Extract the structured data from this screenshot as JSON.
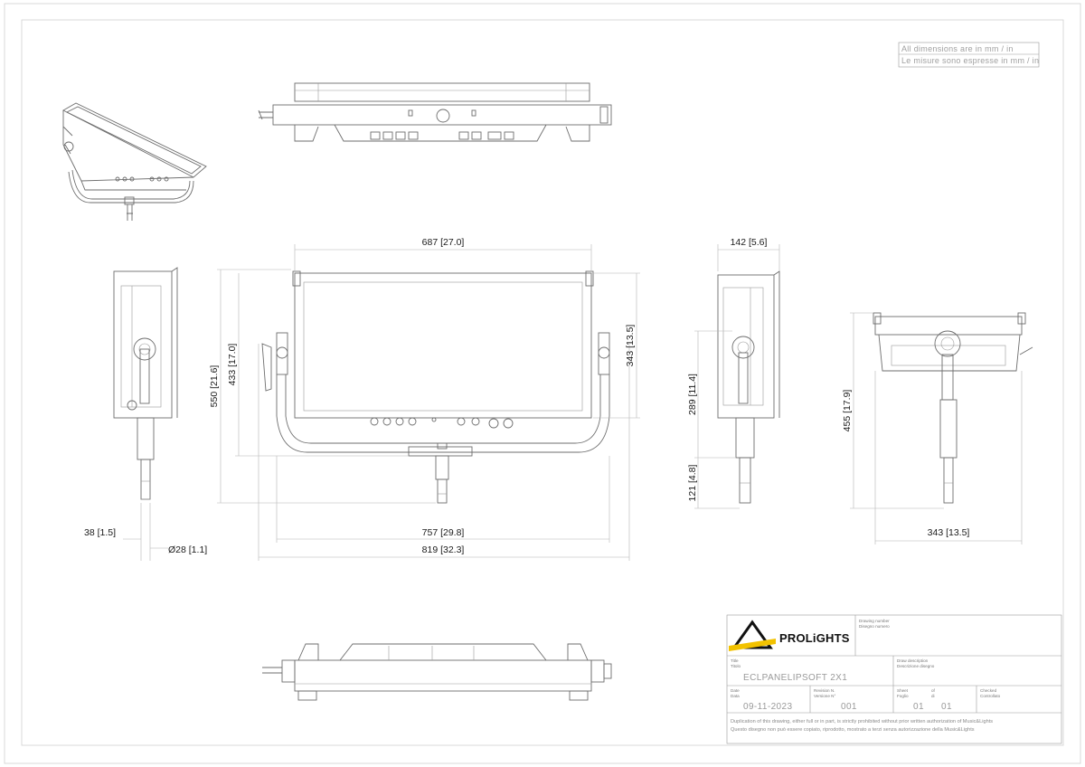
{
  "units_note": {
    "line1": "All dimensions are in mm / in",
    "line2": "Le misure sono espresse in mm / in"
  },
  "dimensions": {
    "front_width_top": "687 [27.0]",
    "front_height_total": "550 [21.6]",
    "front_height_panel": "433 [17.0]",
    "front_height_right": "343 [13.5]",
    "front_width_yoke": "757 [29.8]",
    "front_width_total": "819 [32.3]",
    "spigot_length": "38 [1.5]",
    "spigot_diameter": "Ø28 [1.1]",
    "side_depth": "142 [5.6]",
    "side_height_upper": "289 [11.4]",
    "side_height_lower": "121 [4.8]",
    "rear_height": "455 [17.9]",
    "rear_width": "343 [13.5]"
  },
  "title_block": {
    "brand": "PROLiGHTS",
    "drawing_number_label": "Drawing number\nDisegno numero",
    "title_label_1": "Title",
    "title_label_2": "Titolo",
    "title_value": "ECLPANELIPSOFT 2X1",
    "draw_description_label_1": "Draw description",
    "draw_description_label_2": "Descrizione disegno",
    "date_label_1": "Date",
    "date_label_2": "Data",
    "date_value": "09-11-2023",
    "revision_label_1": "Revision N.",
    "revision_label_2": "Versione N°",
    "revision_value": "001",
    "sheet_label_1": "Sheet",
    "sheet_label_2": "Foglio",
    "of_label_1": "of",
    "of_label_2": "di",
    "sheet_value": "01",
    "of_value": "01",
    "checked_label_1": "Checked",
    "checked_label_2": "Controllato",
    "note_line1": "Duplication of this drawing, either full or in part, is strictly prohibited without prior written authorization of Music&Lights",
    "note_line2": "Questo disegno non può essere copiato, riprodotto, mostrato a terzi senza autorizzazione della Music&Lights"
  },
  "colors": {
    "line": "#6d6d6d",
    "dimension": "#b5b5b5",
    "logo_yellow": "#f2c200",
    "logo_black": "#111111"
  }
}
